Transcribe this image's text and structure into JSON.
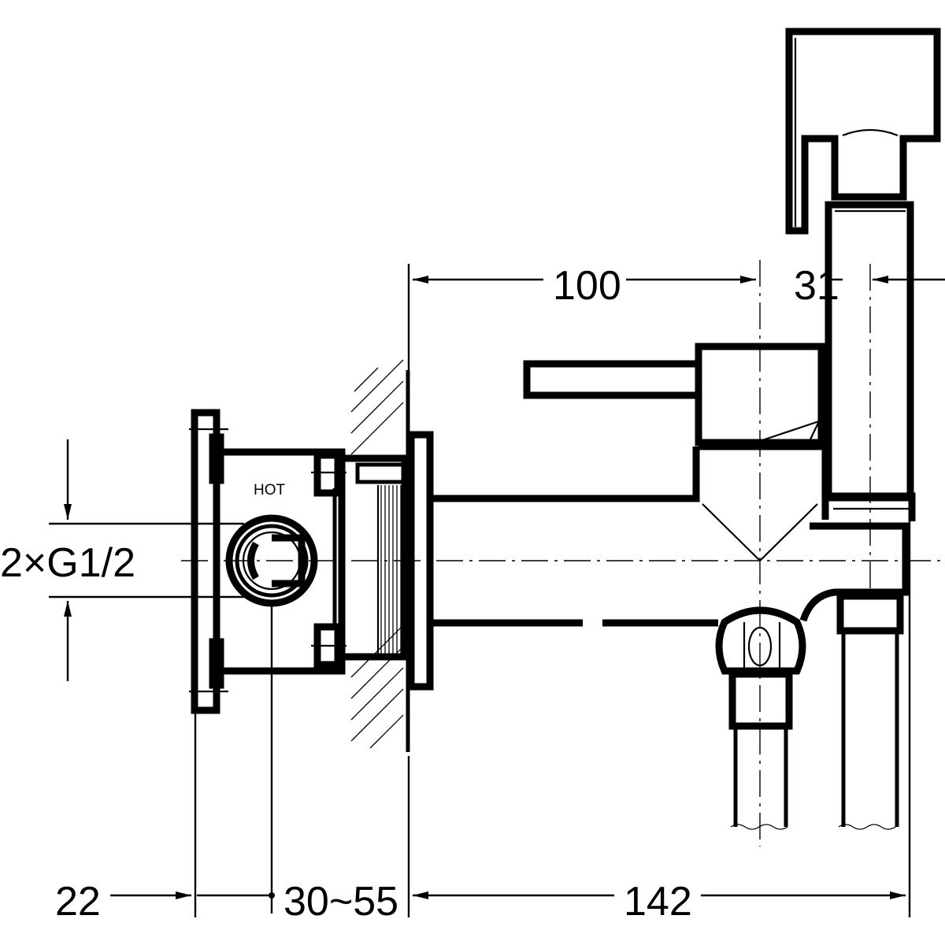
{
  "labels": {
    "hot": "HOT",
    "thread": "2×G1/2"
  },
  "dimensions": {
    "top_left": "100",
    "top_right": "31",
    "bottom_left": "22",
    "bottom_mid": "30~55",
    "bottom_right": "142"
  },
  "colors": {
    "line": "#000000",
    "background": "#ffffff"
  }
}
